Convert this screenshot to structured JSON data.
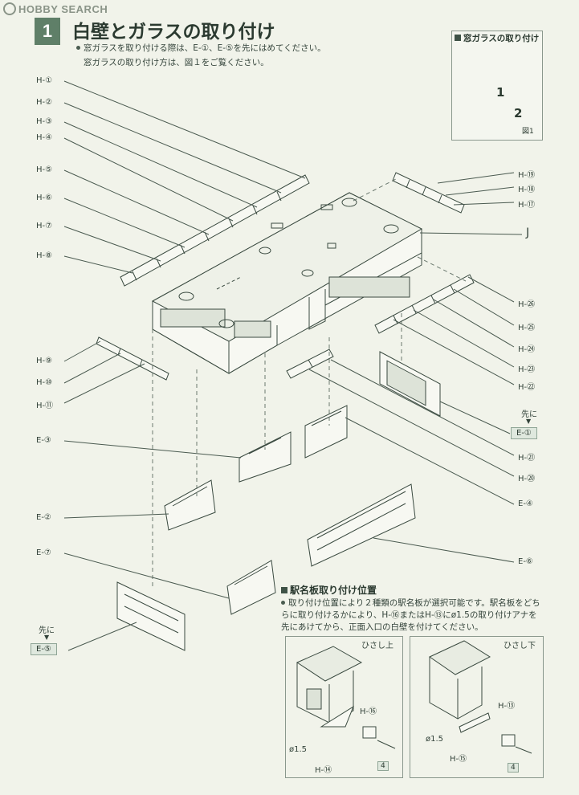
{
  "watermark": "HOBBY SEARCH",
  "step": {
    "number": "1",
    "title": "白壁とガラスの取り付け",
    "notes": [
      "窓ガラスを取り付ける際は、E-①、E-⑤を先にはめてください。",
      "窓ガラスの取り付け方は、図１をご覧ください。"
    ]
  },
  "figure1": {
    "title": "窓ガラスの取り付け",
    "step_labels": [
      "1",
      "2"
    ],
    "caption": "図1"
  },
  "parts_left": [
    "H-①",
    "H-②",
    "H-③",
    "H-④",
    "H-⑤",
    "H-⑥",
    "H-⑦",
    "H-⑧",
    "H-⑨",
    "H-⑩",
    "H-⑪"
  ],
  "parts_right": [
    "H-⑲",
    "H-⑱",
    "H-⑰",
    "J",
    "H-㉖",
    "H-㉕",
    "H-㉔",
    "H-㉓",
    "H-㉒",
    "H-㉑",
    "H-⑳",
    "E-④",
    "E-⑥"
  ],
  "parts_e_left": [
    "E-③",
    "E-②",
    "E-⑦"
  ],
  "callouts": {
    "first_label": "先に",
    "e1": "E-①",
    "e5": "E-⑤"
  },
  "sign": {
    "title": "駅名板取り付け位置",
    "note": "取り付け位置により２種類の駅名板が選択可能です。駅名板をどちらに取り付けるかにより、H-⑯またはH-⑬にø1.5の取り付けアナを先にあけてから、正面入口の白壁を付けてください。",
    "panel_left": {
      "title": "ひさし上",
      "labels": [
        "H-⑯",
        "ø1.5",
        "H-⑭",
        "4"
      ]
    },
    "panel_right": {
      "title": "ひさし下",
      "labels": [
        "H-⑬",
        "ø1.5",
        "H-⑮",
        "4"
      ]
    }
  },
  "colors": {
    "background": "#f1f3ea",
    "accent": "#5f7f68",
    "line": "#3a4a40",
    "box_fill": "#dfe8de"
  }
}
